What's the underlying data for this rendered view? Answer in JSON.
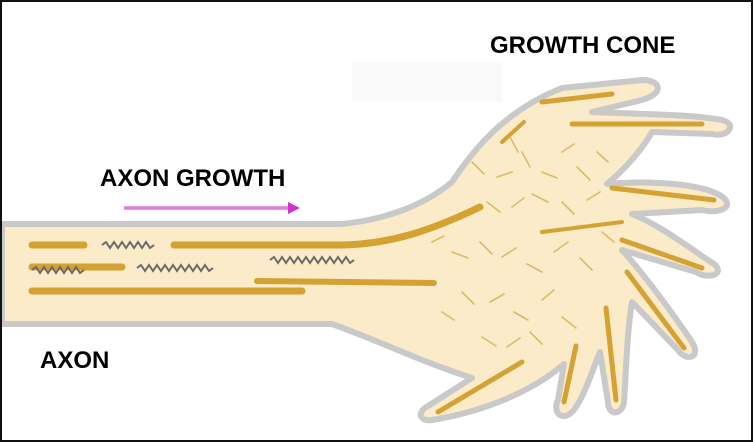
{
  "diagram": {
    "labels": {
      "growth_cone": "GROWTH CONE",
      "axon_growth": "AXON GROWTH",
      "axon": "AXON"
    },
    "colors": {
      "cell_fill": "#fbebc8",
      "cell_outline": "#c9c9c9",
      "actin_filament": "#d4a233",
      "arrow": "#cc33cc",
      "microtubule_beads": "#6a6a6a"
    }
  }
}
